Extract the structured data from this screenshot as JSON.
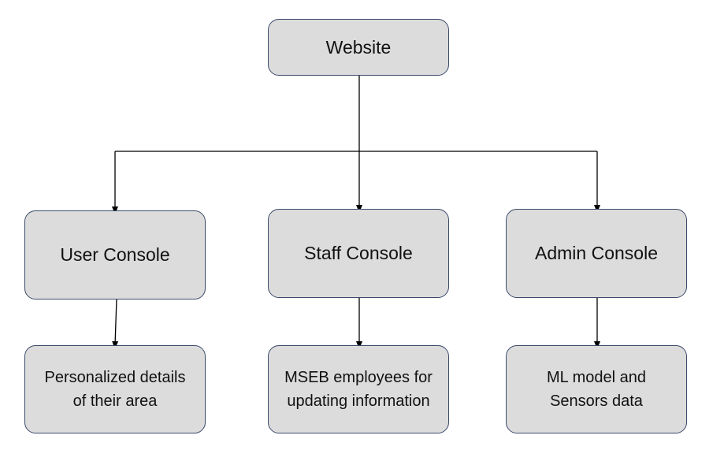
{
  "diagram": {
    "root": {
      "label": "Website"
    },
    "consoles": [
      {
        "id": "user",
        "label": "User Console",
        "detail": "Personalized details of their area"
      },
      {
        "id": "staff",
        "label": "Staff Console",
        "detail": "MSEB employees for updating information"
      },
      {
        "id": "admin",
        "label": "Admin Console",
        "detail": "ML model and Sensors data"
      }
    ]
  },
  "colors": {
    "box_fill": "#dcdcdc",
    "box_border": "#3b4a6b",
    "connector": "#000000"
  }
}
